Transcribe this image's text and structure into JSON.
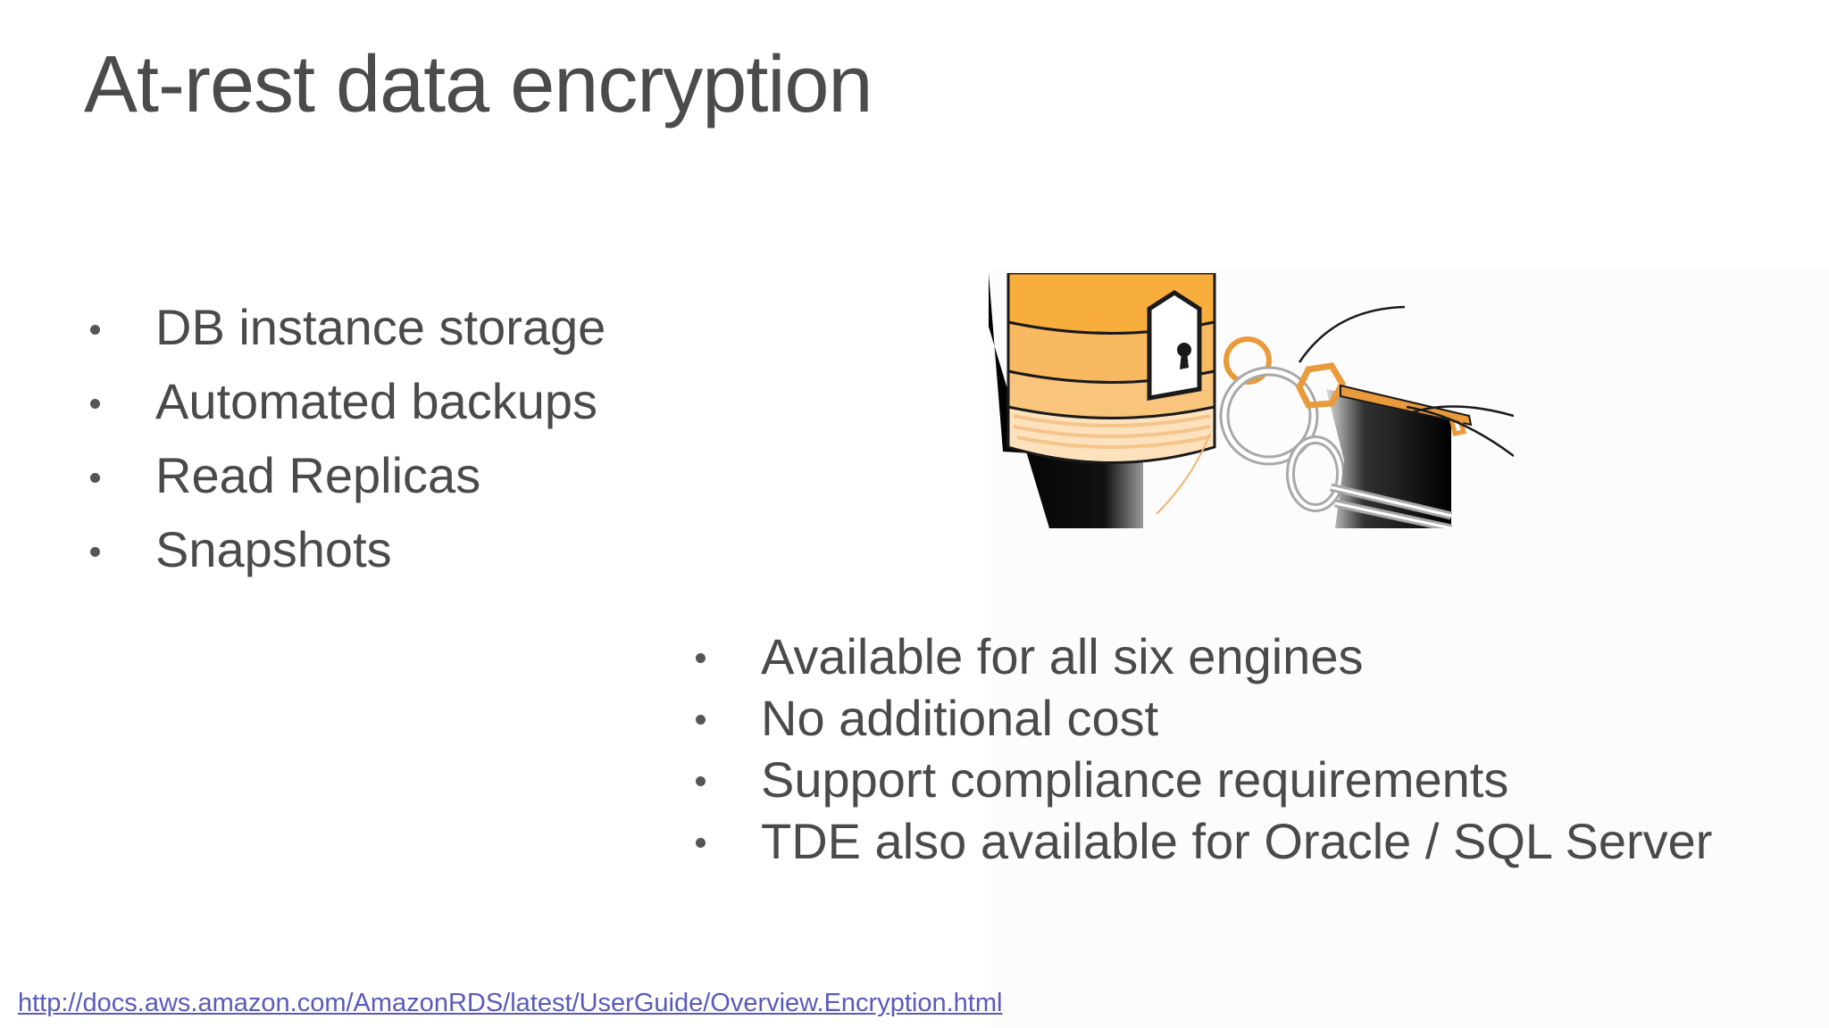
{
  "slide": {
    "title": "At-rest data encryption",
    "left_bullets": [
      "DB instance storage",
      "Automated backups",
      "Read Replicas",
      "Snapshots"
    ],
    "right_bullets": [
      "Available for all six engines",
      "No additional cost",
      "Support compliance requirements",
      "TDE also available for Oracle / SQL Server"
    ],
    "source_link": "http://docs.aws.amazon.com/AmazonRDS/latest/UserGuide/Overview.Encryption.html"
  },
  "illustration": {
    "icon": "encrypted-database-with-keys",
    "colors": {
      "db_top": "#f8ae3c",
      "db_middle": "#f9c47c",
      "db_lower": "#fde2bd",
      "outline": "#1a1a1a",
      "key_orange": "#e99a3a",
      "ring_gray": "#a8a8a8"
    }
  }
}
